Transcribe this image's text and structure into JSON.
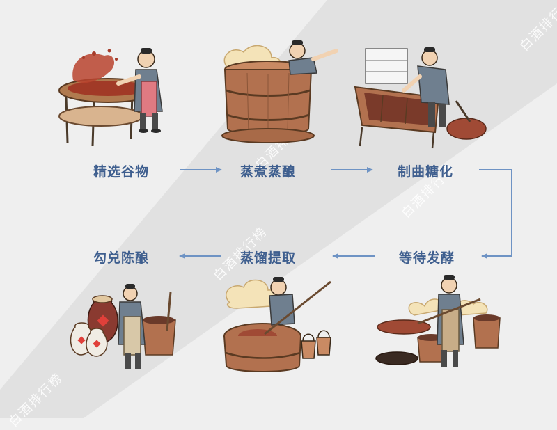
{
  "steps": [
    {
      "label": "精选谷物",
      "icon": "grain-sieving-illustration"
    },
    {
      "label": "蒸煮蒸酿",
      "icon": "steaming-vat-illustration"
    },
    {
      "label": "制曲糖化",
      "icon": "koji-making-illustration"
    },
    {
      "label": "等待发酵",
      "icon": "fermentation-illustration"
    },
    {
      "label": "蒸馏提取",
      "icon": "distillation-illustration"
    },
    {
      "label": "勾兑陈酿",
      "icon": "blending-aging-illustration"
    }
  ],
  "watermark": "白酒排行榜",
  "colors": {
    "label": "#3f5f8f",
    "arrow": "#6e93c4",
    "background": "#efefef",
    "band": "#e2e2e2",
    "wood": "#b2714f",
    "grain": "#a53c2a",
    "robe": "#6f7f8f"
  }
}
